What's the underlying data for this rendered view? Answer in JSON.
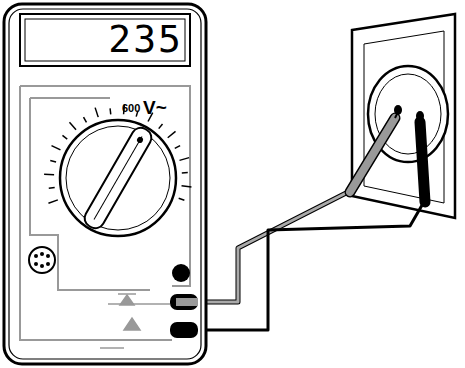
{
  "diagram": {
    "labels": [
      "235",
      "600",
      "V~"
    ]
  }
}
